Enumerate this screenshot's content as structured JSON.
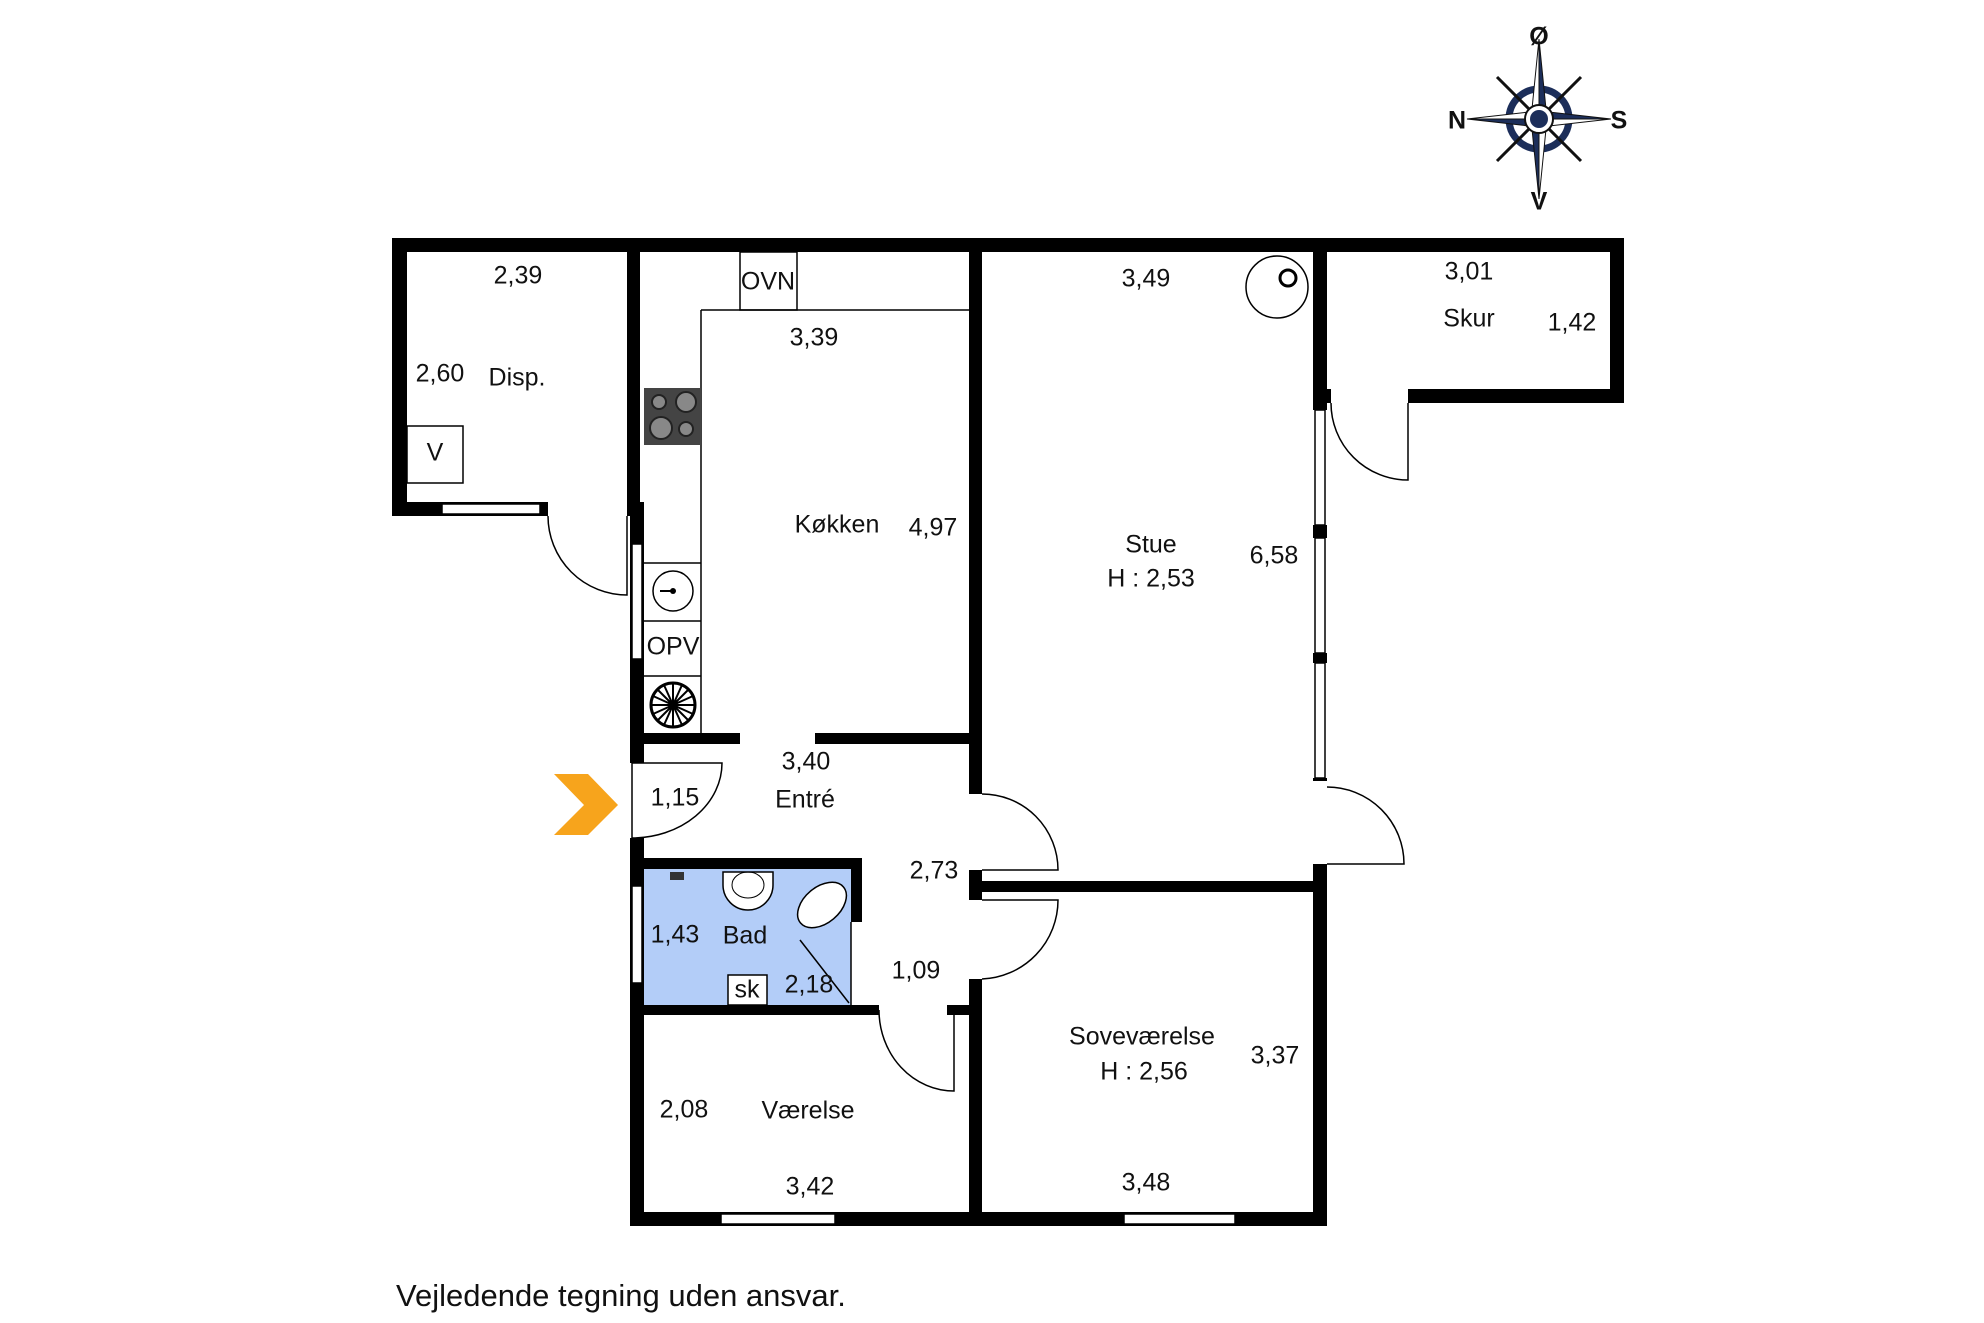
{
  "compass": {
    "north": "N",
    "south": "S",
    "east": "Ø",
    "west": "V",
    "color": "#1c2e5a"
  },
  "rooms": {
    "disp": {
      "name": "Disp.",
      "width": "2,39",
      "depth": "2,60",
      "fixture": "V"
    },
    "kitchen": {
      "name": "Køkken",
      "width": "3,39",
      "depth": "4,97",
      "oven": "OVN",
      "dishwasher": "OPV"
    },
    "stue": {
      "name": "Stue",
      "height": "H : 2,53",
      "width": "3,49",
      "depth": "6,58"
    },
    "skur": {
      "name": "Skur",
      "width": "3,01",
      "depth": "1,42"
    },
    "entre": {
      "name": "Entré",
      "width": "3,40",
      "depth": "1,15"
    },
    "hall": {
      "dim1": "2,73",
      "dim2": "1,09"
    },
    "bad": {
      "name": "Bad",
      "depth": "1,43",
      "width": "2,18",
      "cabinet": "sk",
      "color": "#b3cdf8"
    },
    "vaerelse": {
      "name": "Værelse",
      "depth": "2,08",
      "width": "3,42"
    },
    "sovevaerelse": {
      "name": "Soveværelse",
      "height": "H : 2,56",
      "depth": "3,37",
      "width": "3,48"
    }
  },
  "entrance_marker_color": "#f7a41c",
  "footer": "Vejledende tegning uden ansvar."
}
